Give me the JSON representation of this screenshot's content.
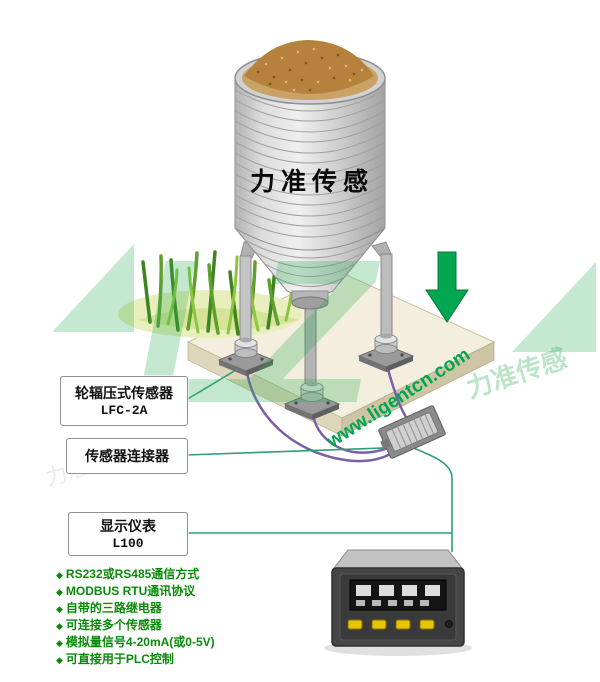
{
  "scene": {
    "silo_label": "力准传感",
    "watermark_url": "www.ligentcn.com",
    "logo_text": "LZ"
  },
  "labels": {
    "sensor": {
      "line1": "轮辐压式传感器",
      "line2": "LFC-2A"
    },
    "connector": {
      "line1": "传感器连接器"
    },
    "display": {
      "line1": "显示仪表",
      "line2": "L100"
    }
  },
  "features": {
    "items": [
      {
        "bullet": "◆",
        "text": "RS232或RS485通信方式"
      },
      {
        "bullet": "◆",
        "text": "MODBUS RTU通讯协议"
      },
      {
        "bullet": "◆",
        "text": "自带的三路继电器"
      },
      {
        "bullet": "◆",
        "text": "可连接多个传感器"
      },
      {
        "bullet": "◆",
        "text": "模拟量信号4-20mA(或0-5V)"
      },
      {
        "bullet": "◆",
        "text": "可直接用于PLC控制"
      }
    ]
  },
  "colors": {
    "accent": "#00a650",
    "wire": "#7b5ea7",
    "button": "#e8c400",
    "grain": "#b5813c",
    "leader": "#2f9e77",
    "feature_text": "#0a8a0a",
    "logo": "#2fae57"
  }
}
